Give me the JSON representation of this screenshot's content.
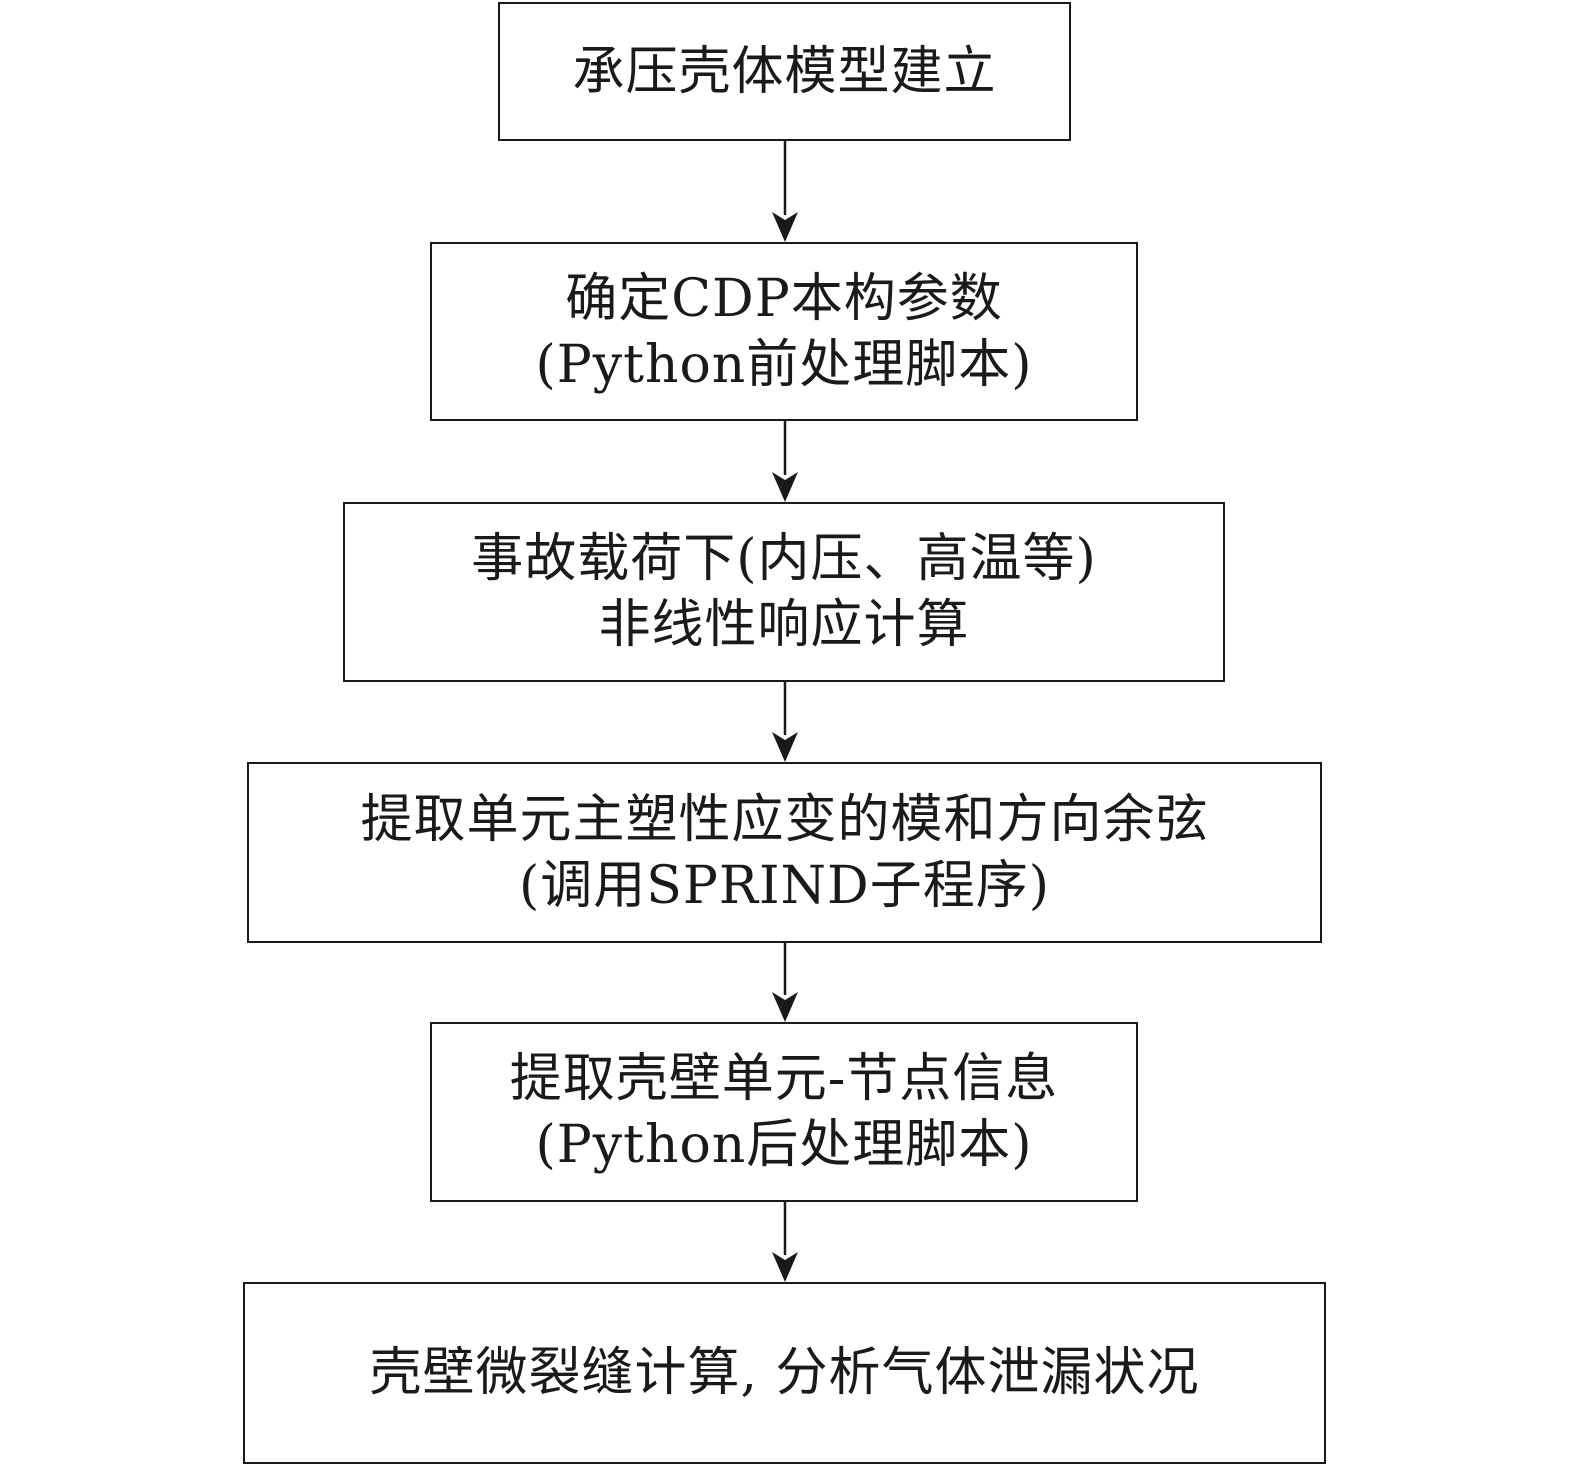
{
  "steps": [
    {
      "lines": [
        "承压壳体模型建立"
      ]
    },
    {
      "lines": [
        "确定CDP本构参数",
        "(Python前处理脚本)"
      ]
    },
    {
      "lines": [
        "事故载荷下(内压、高温等)",
        "非线性响应计算"
      ]
    },
    {
      "lines": [
        "提取单元主塑性应变的模和方向余弦",
        "(调用SPRIND子程序)"
      ]
    },
    {
      "lines": [
        "提取壳壁单元-节点信息",
        "(Python后处理脚本)"
      ]
    },
    {
      "lines": [
        "壳壁微裂缝计算, 分析气体泄漏状况"
      ]
    }
  ]
}
